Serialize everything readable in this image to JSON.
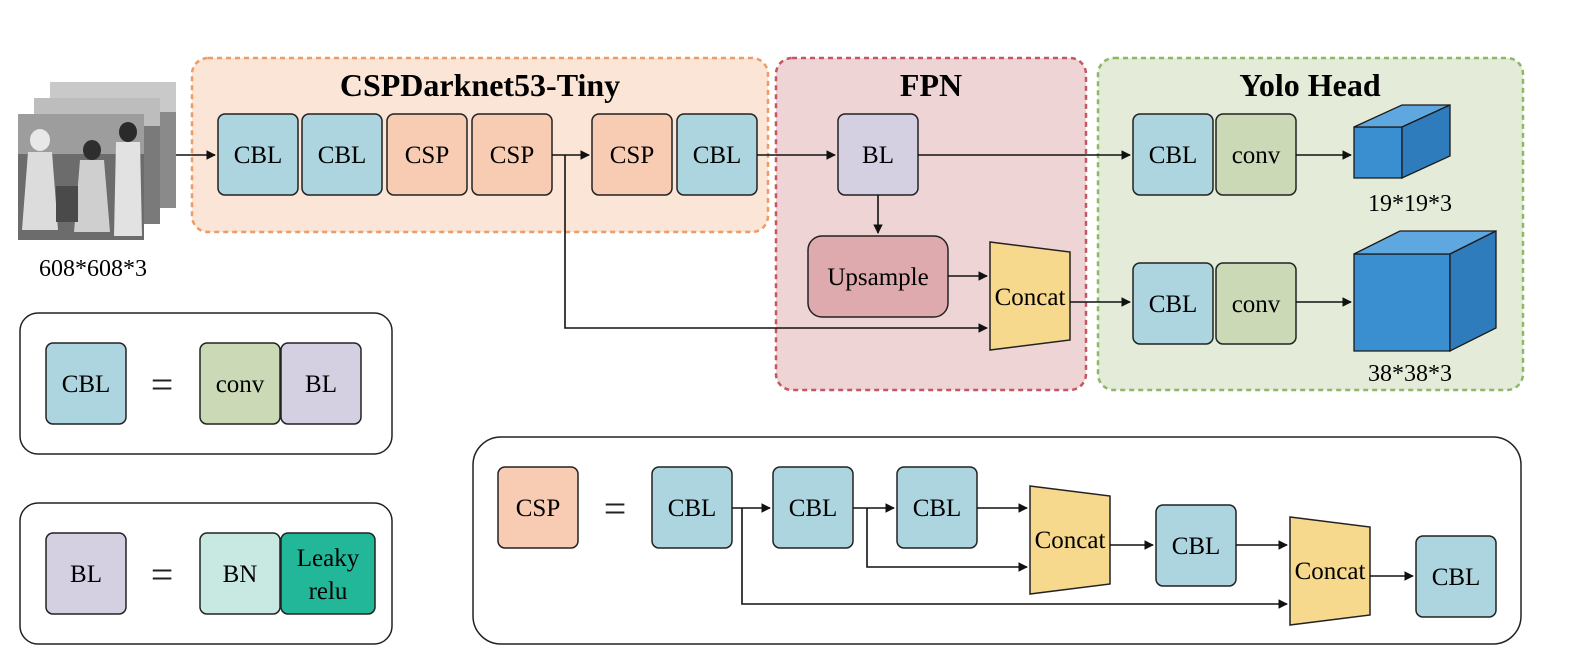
{
  "colors": {
    "cbl": "#acd5df",
    "csp": "#f8ccb3",
    "bl": "#d5cfe2",
    "conv": "#cbd9b6",
    "bn": "#c8e9e1",
    "leaky": "#22b799",
    "upsample": "#deaaae",
    "concat": "#f7d98e",
    "cube_front": "#3a8fd0",
    "cube_top": "#5fa8df",
    "cube_side": "#2f7cbc",
    "backbone_fill": "#fae5d6",
    "backbone_border": "#ec9c67",
    "fpn_fill": "#eed4d5",
    "fpn_border": "#c55762",
    "head_fill": "#e4ebd8",
    "head_border": "#8db866"
  },
  "regions": {
    "backbone": "CSPDarknet53-Tiny",
    "fpn": "FPN",
    "head": "Yolo Head"
  },
  "input": {
    "icon": "worker-photo-stack",
    "size": "608*608*3"
  },
  "backbone_blocks": [
    "CBL",
    "CBL",
    "CSP",
    "CSP",
    "CSP",
    "CBL"
  ],
  "fpn_blocks": {
    "bl": "BL",
    "upsample": "Upsample",
    "concat": "Concat"
  },
  "head": {
    "top": {
      "cbl": "CBL",
      "conv": "conv",
      "output": "19*19*3"
    },
    "bottom": {
      "cbl": "CBL",
      "conv": "conv",
      "output": "38*38*3"
    }
  },
  "legend_cbl": {
    "lhs": "CBL",
    "eq": "=",
    "parts": [
      "conv",
      "BL"
    ]
  },
  "legend_bl": {
    "lhs": "BL",
    "eq": "=",
    "parts": [
      "BN",
      "Leaky relu"
    ]
  },
  "legend_csp": {
    "lhs": "CSP",
    "eq": "=",
    "cbl1": "CBL",
    "cbl2": "CBL",
    "cbl3": "CBL",
    "concat1": "Concat",
    "cbl4": "CBL",
    "concat2": "Concat",
    "cbl5": "CBL"
  }
}
